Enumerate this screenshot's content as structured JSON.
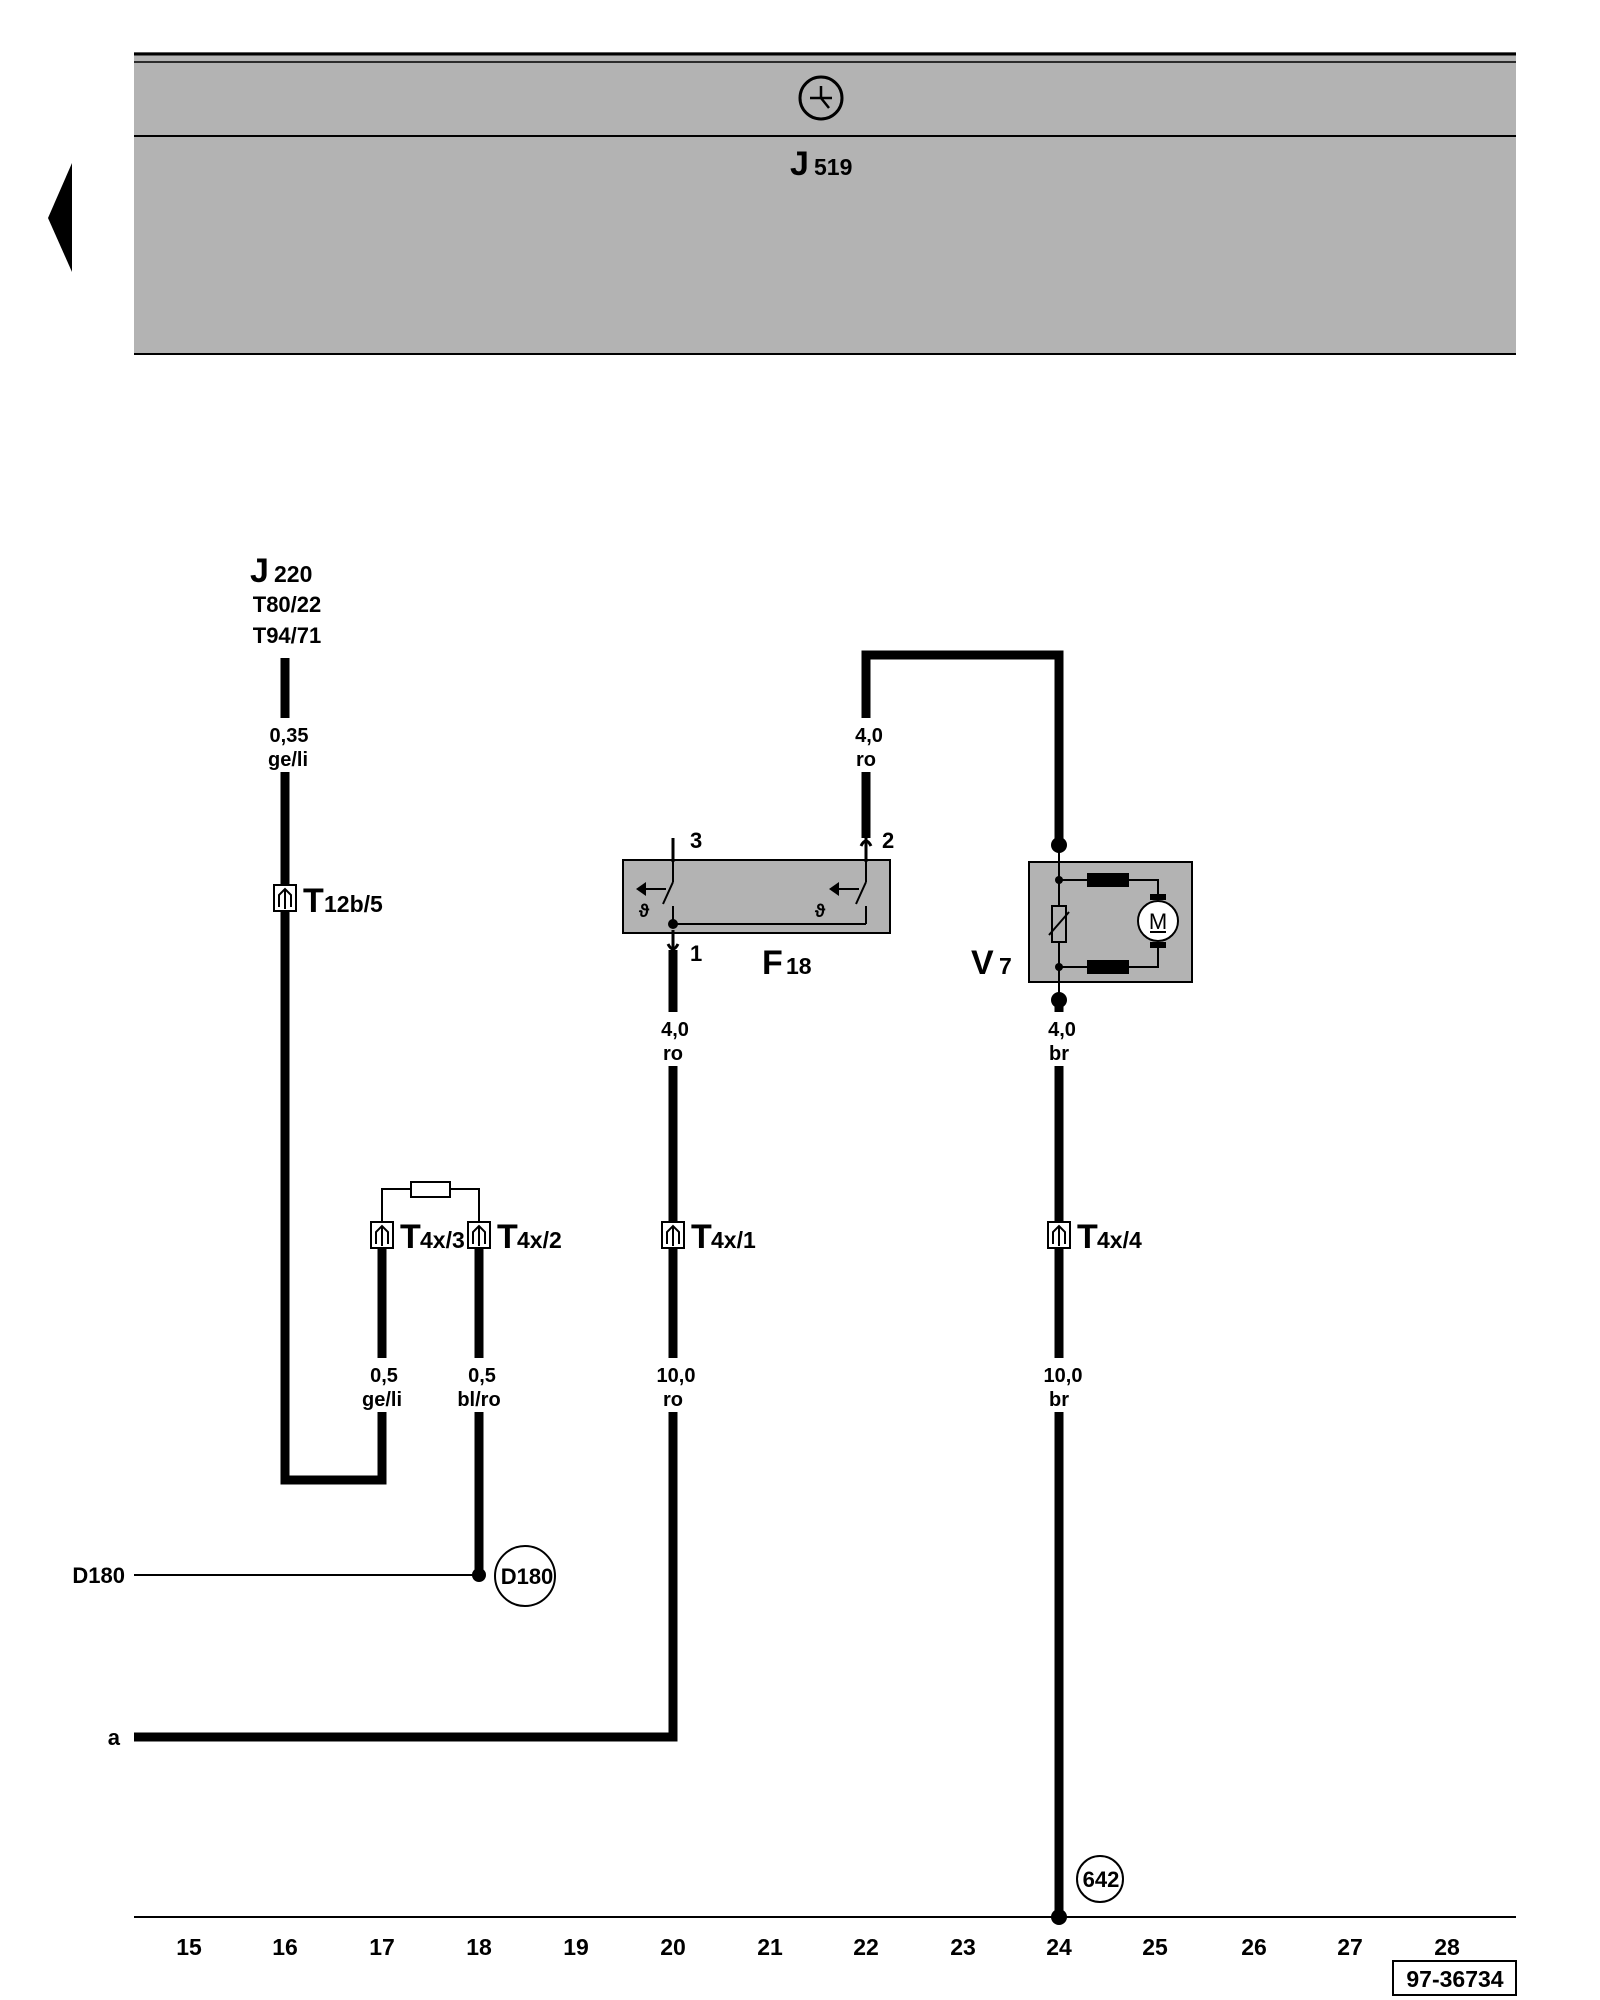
{
  "control_unit": {
    "name": "J",
    "sub": "519",
    "icon": "ground-circle-icon"
  },
  "j220": {
    "name": "J",
    "sub": "220",
    "pin1": "T80/22",
    "pin2": "T94/71"
  },
  "wires": {
    "w1_gauge": "0,35",
    "w1_color": "ge/li",
    "w2_gauge": "0,5",
    "w2_color": "ge/li",
    "w3_gauge": "0,5",
    "w3_color": "bl/ro",
    "w4_gauge": "4,0",
    "w4_color": "ro",
    "w5_gauge": "10,0",
    "w5_color": "ro",
    "w6_gauge": "4,0",
    "w6_color": "ro",
    "w7_gauge": "4,0",
    "w7_color": "br",
    "w8_gauge": "10,0",
    "w8_color": "br"
  },
  "connectors": {
    "t12b_main": "T",
    "t12b_sub": "12b/5",
    "t4x3_main": "T",
    "t4x3_sub": "4x/3",
    "t4x2_main": "T",
    "t4x2_sub": "4x/2",
    "t4x1_main": "T",
    "t4x1_sub": "4x/1",
    "t4x4_main": "T",
    "t4x4_sub": "4x/4"
  },
  "switch_f18": {
    "main": "F",
    "sub": "18",
    "pin1": "1",
    "pin2": "2",
    "pin3": "3",
    "theta": "ϑ"
  },
  "motor_v7": {
    "main": "V",
    "sub": "7",
    "motor": "M"
  },
  "refs": {
    "d180_left": "D180",
    "d180_circle": "D180",
    "a_left": "a",
    "circle_642": "642"
  },
  "footer": {
    "cells": [
      "15",
      "16",
      "17",
      "18",
      "19",
      "20",
      "21",
      "22",
      "23",
      "24",
      "25",
      "26",
      "27",
      "28"
    ],
    "code": "97-36734"
  }
}
